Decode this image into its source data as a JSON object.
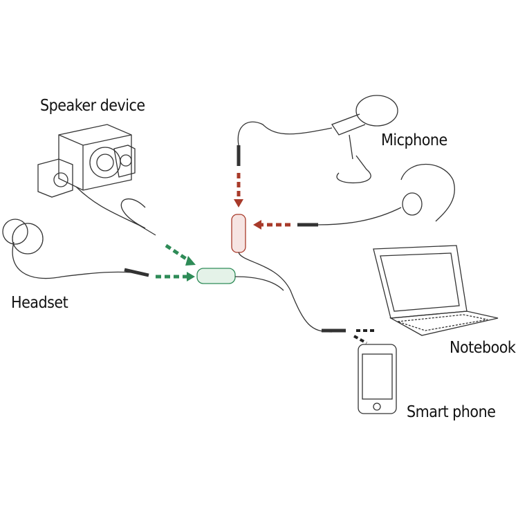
{
  "labels": {
    "speaker": "Speaker device",
    "microphone": "Micphone",
    "headset": "Headset",
    "notebook": "Notebook",
    "smartphone": "Smart phone"
  },
  "colors": {
    "green": "#2e8b57",
    "red": "#a83a2a",
    "line": "#333333"
  }
}
